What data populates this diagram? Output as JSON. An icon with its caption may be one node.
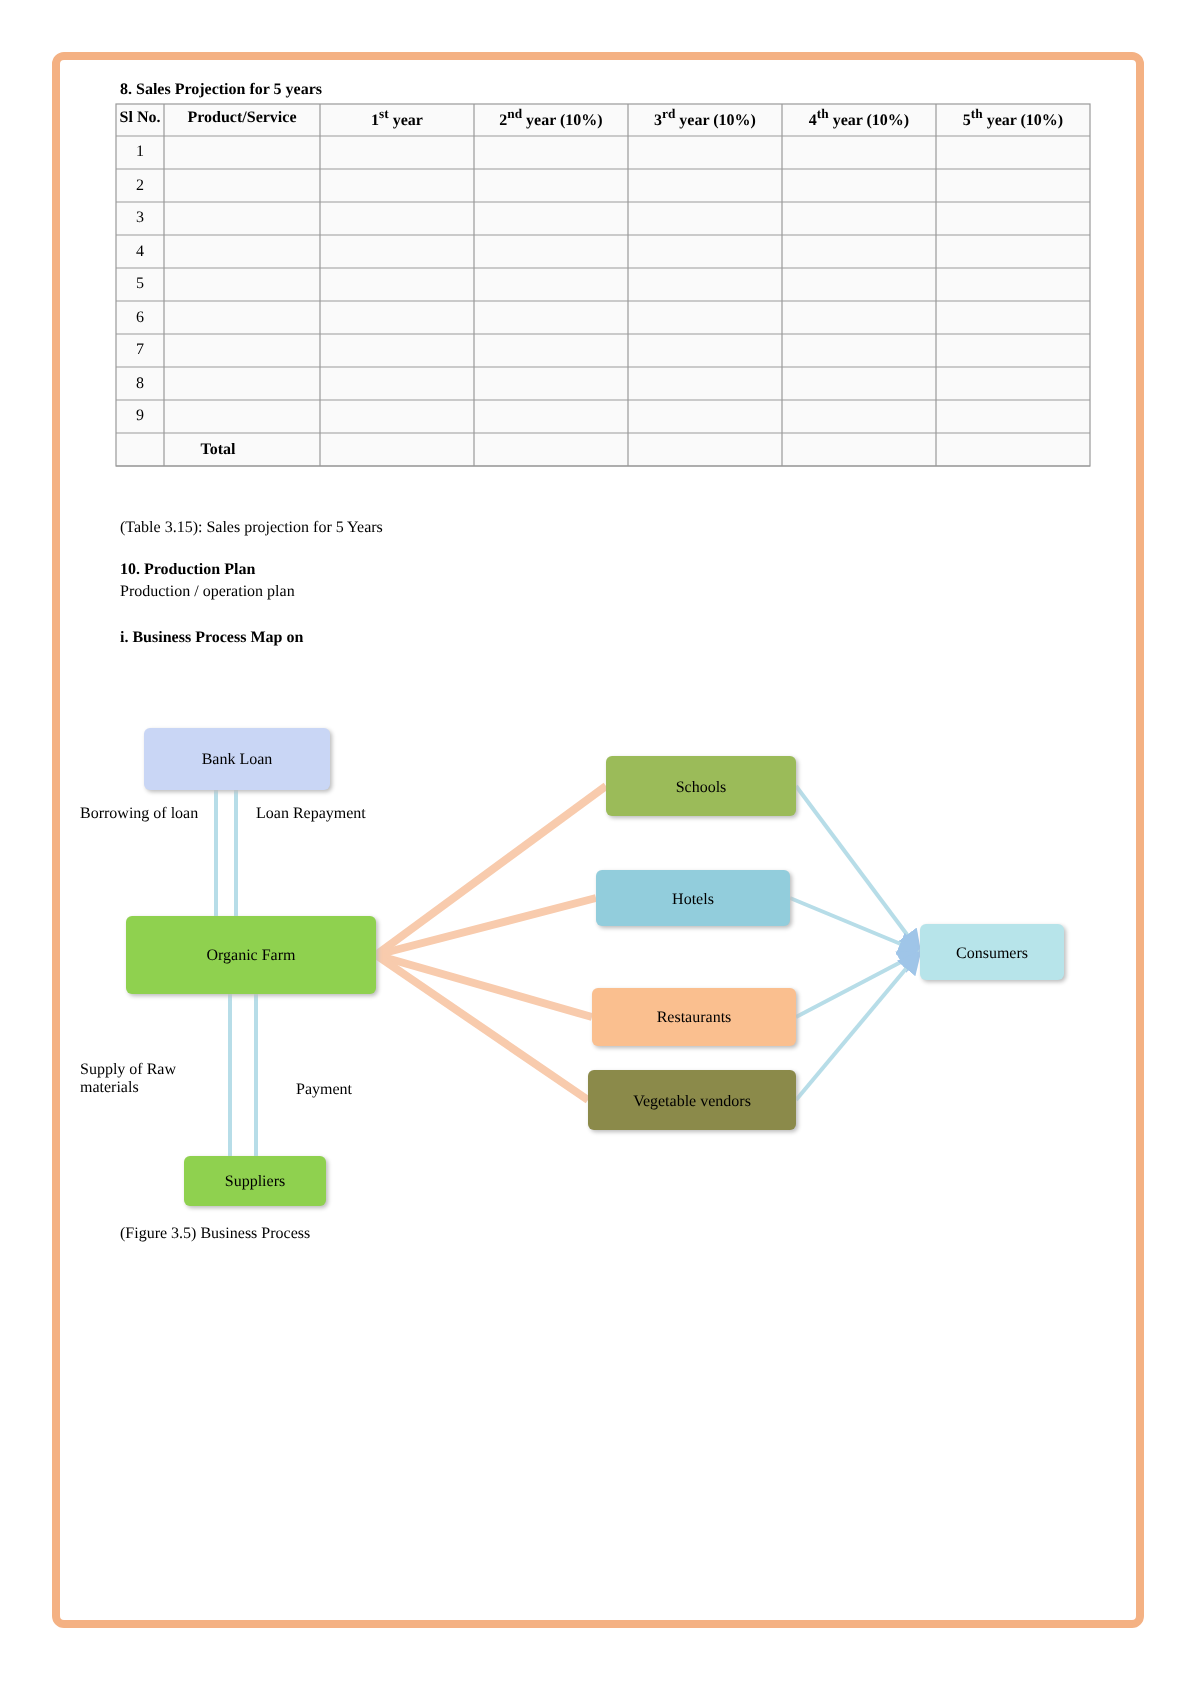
{
  "diagram": {
    "caption": "(Figure 3.5) Business Process",
    "nodes": [
      {
        "text": [
          "Bank Loan"
        ]
      },
      {
        "text": [
          "Organic Farm"
        ]
      },
      {
        "text": [
          "Suppliers"
        ]
      },
      {
        "text": [
          "Schools"
        ]
      },
      {
        "text": [
          "Hotels"
        ]
      },
      {
        "text": [
          "Restaurants"
        ]
      },
      {
        "text": [
          "Vegetable vendors"
        ]
      },
      {
        "text": [
          "Consumers"
        ]
      }
    ],
    "edges": [
      {
        "from": 0,
        "to": 1,
        "arrow": "none",
        "label": "Borrowing of loan"
      },
      {
        "from": 1,
        "to": 0,
        "arrow": "none",
        "label": "Loan Repayment"
      },
      {
        "from": 2,
        "to": 1,
        "arrow": "none",
        "label": "Supply of Raw materials"
      },
      {
        "from": 1,
        "to": 2,
        "arrow": "none",
        "label": "Payment"
      },
      {
        "from": 1,
        "to": 3,
        "arrow": "none",
        "style": "thick",
        "color": "#f8cbad"
      },
      {
        "from": 1,
        "to": 4,
        "arrow": "none",
        "style": "thick",
        "color": "#f8cbad"
      },
      {
        "from": 1,
        "to": 5,
        "arrow": "none",
        "style": "thick",
        "color": "#f8cbad"
      },
      {
        "from": 1,
        "to": 6,
        "arrow": "none",
        "style": "thick",
        "color": "#f8cbad"
      },
      {
        "from": 3,
        "to": 7,
        "arrow": "to"
      },
      {
        "from": 4,
        "to": 7,
        "arrow": "to"
      },
      {
        "from": 5,
        "to": 7,
        "arrow": "to"
      },
      {
        "from": 6,
        "to": 7,
        "arrow": "to"
      }
    ],
    "labels": [
      "8. Sales Projection for 5 years",
      "Sl No.",
      "Product/Service",
      "1$^{st}$ year",
      "2$^{nd}$ year (10%)",
      "3$^{rd}$ year (10%)",
      "4$^{th}$ year (10%)",
      "5$^{th}$ year (10%)",
      "1",
      "2",
      "3",
      "4",
      "5",
      "6",
      "7",
      "8",
      "9",
      "Total",
      "(Table 3.15): Sales projection for 5 Years",
      "10. Production Plan",
      "Production / operation plan",
      "i. Business Process Map on"
    ]
  }
}
